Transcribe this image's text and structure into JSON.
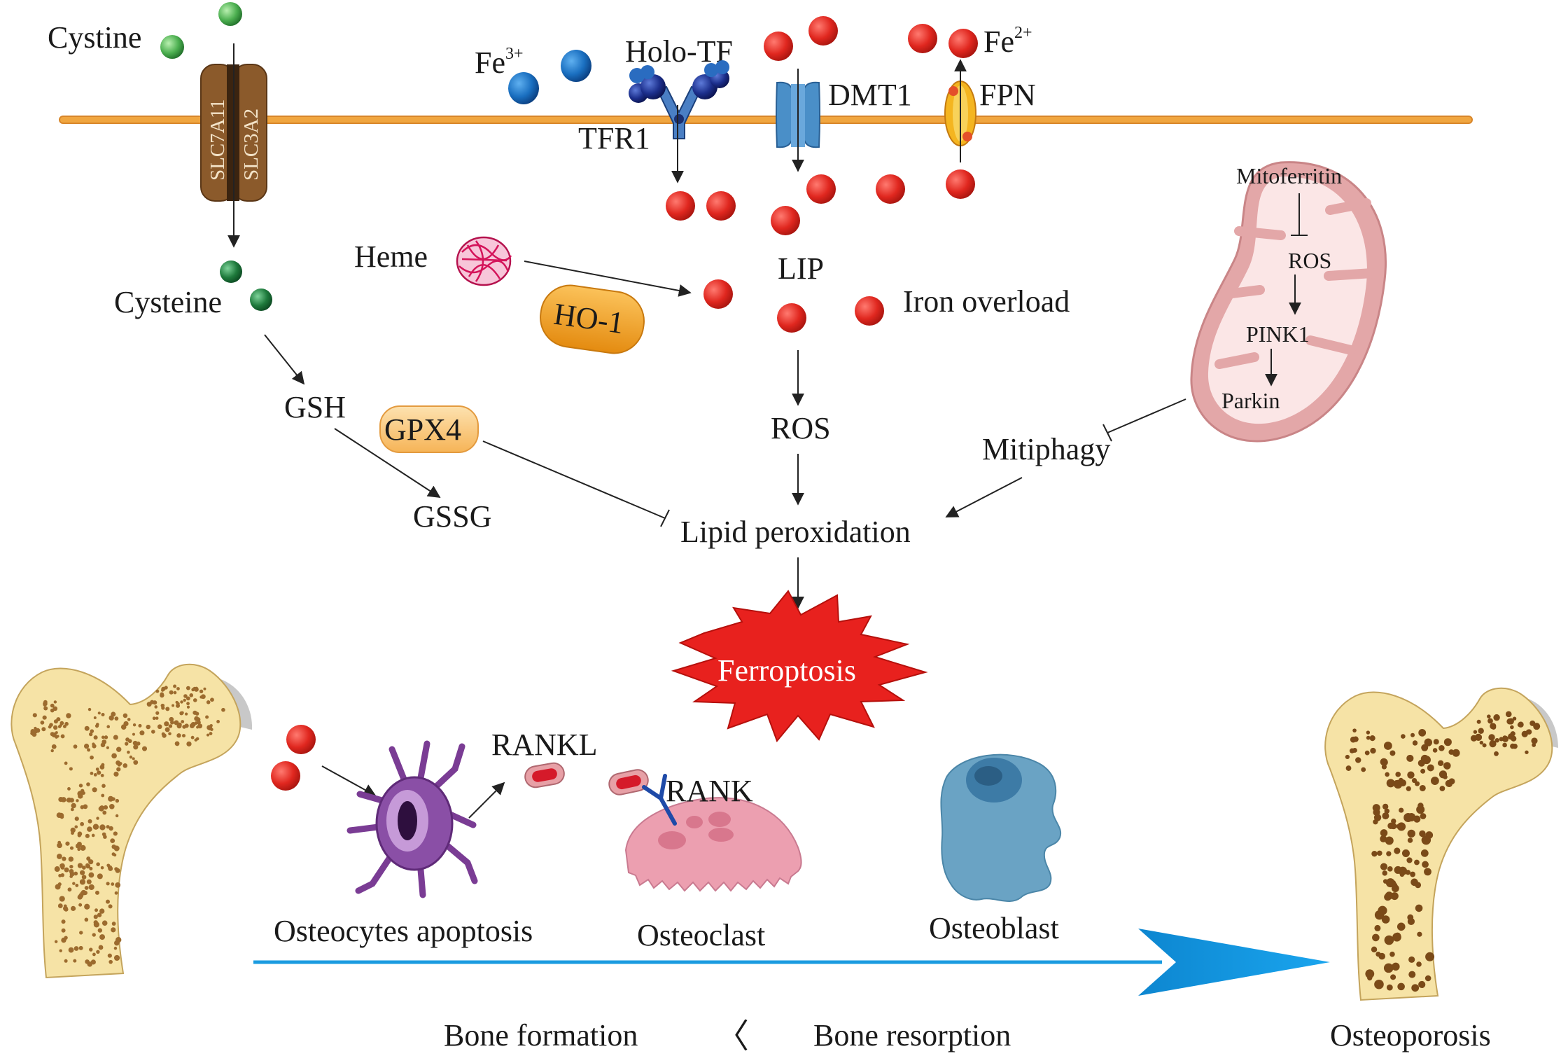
{
  "labels": {
    "cystine": "Cystine",
    "fe3": "Fe",
    "fe3_sup": "3+",
    "holo_tf": "Holo-TF",
    "fe2": "Fe",
    "fe2_sup": "2+",
    "slc7a11": "SLC7A11",
    "slc3a2": "SLC3A2",
    "tfr1": "TFR1",
    "dmt1": "DMT1",
    "fpn": "FPN",
    "heme": "Heme",
    "ho1": "HO-1",
    "lip": "LIP",
    "iron_overload": "Iron overload",
    "cysteine": "Cysteine",
    "gsh": "GSH",
    "gpx4": "GPX4",
    "gssg": "GSSG",
    "ros_main": "ROS",
    "lipid_peroxidation": "Lipid peroxidation",
    "ferroptosis": "Ferroptosis",
    "mitoferritin": "Mitoferritin",
    "ros_mito": "ROS",
    "pink1": "PINK1",
    "parkin": "Parkin",
    "mitophagy": "Mitiphagy",
    "rankl": "RANKL",
    "rank": "RANK",
    "osteocytes_apoptosis": "Osteocytes apoptosis",
    "osteoclast": "Osteoclast",
    "osteoblast": "Osteoblast",
    "bone_formation": "Bone formation",
    "less_than": "〈",
    "bone_resorption": "Bone resorption",
    "osteoporosis": "Osteoporosis"
  },
  "colors": {
    "membrane": "#f0a640",
    "iron_ii": "#e0271f",
    "iron_iii": "#1a6fc0",
    "cystine_bead": "#4caf50",
    "cysteine_bead": "#1e7a3c",
    "transporter": "#8b5a2b",
    "ho1_fill": "#f4a224",
    "gpx4_fill": "#fbd08f",
    "ferroptosis": "#e8211e",
    "mitochondrion": "#e3a7a8",
    "osteocyte": "#8a4fa6",
    "osteoclast": "#ec9fb0",
    "osteoblast": "#6aa3c4",
    "bone": "#f6e3a6",
    "bone_dots": "#9c6b2e",
    "progress_arrow": "#1a9be0"
  }
}
